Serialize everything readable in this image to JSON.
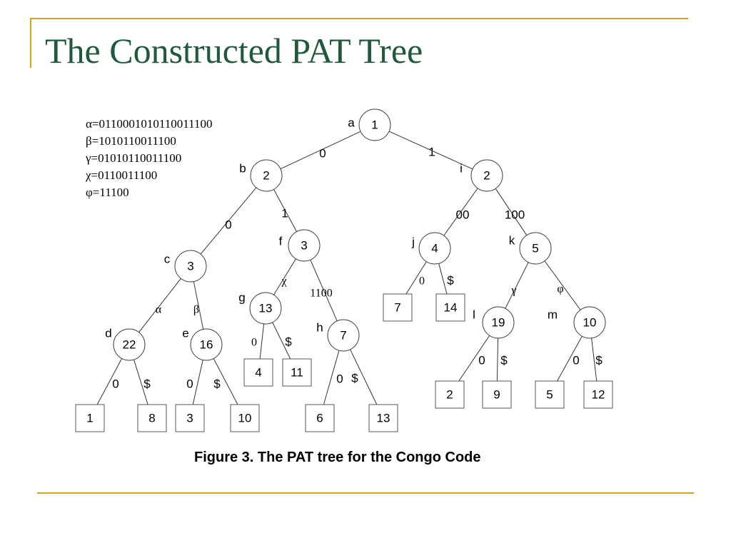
{
  "slide": {
    "title": "The Constructed PAT Tree",
    "caption": "Figure 3.  The PAT tree for the Congo Code"
  },
  "legend": [
    "α=0110001010110011100",
    "β=1010110011100",
    "γ=01010110011100",
    "χ=0110011100",
    "φ=11100"
  ],
  "tree": {
    "internal_nodes": [
      {
        "id": "a",
        "name": "a",
        "value": "1"
      },
      {
        "id": "b",
        "name": "b",
        "value": "2"
      },
      {
        "id": "i",
        "name": "i",
        "value": "2"
      },
      {
        "id": "c",
        "name": "c",
        "value": "3"
      },
      {
        "id": "f",
        "name": "f",
        "value": "3"
      },
      {
        "id": "j",
        "name": "j",
        "value": "4"
      },
      {
        "id": "k",
        "name": "k",
        "value": "5"
      },
      {
        "id": "d",
        "name": "d",
        "value": "22"
      },
      {
        "id": "e",
        "name": "e",
        "value": "16"
      },
      {
        "id": "g",
        "name": "g",
        "value": "13"
      },
      {
        "id": "h",
        "name": "h",
        "value": "7"
      },
      {
        "id": "l",
        "name": "l",
        "value": "19"
      },
      {
        "id": "m",
        "name": "m",
        "value": "10"
      }
    ],
    "leaves": [
      {
        "id": "leaf-d0",
        "value": "1"
      },
      {
        "id": "leaf-d1",
        "value": "8"
      },
      {
        "id": "leaf-e0",
        "value": "3"
      },
      {
        "id": "leaf-e1",
        "value": "10"
      },
      {
        "id": "leaf-g0",
        "value": "4"
      },
      {
        "id": "leaf-g1",
        "value": "11"
      },
      {
        "id": "leaf-h0",
        "value": "6"
      },
      {
        "id": "leaf-h1",
        "value": "13"
      },
      {
        "id": "leaf-j0",
        "value": "7"
      },
      {
        "id": "leaf-j1",
        "value": "14"
      },
      {
        "id": "leaf-l0",
        "value": "2"
      },
      {
        "id": "leaf-l1",
        "value": "9"
      },
      {
        "id": "leaf-m0",
        "value": "5"
      },
      {
        "id": "leaf-m1",
        "value": "12"
      }
    ],
    "edges": [
      {
        "from": "a",
        "to": "b",
        "label": "0"
      },
      {
        "from": "a",
        "to": "i",
        "label": "1"
      },
      {
        "from": "b",
        "to": "c",
        "label": "0"
      },
      {
        "from": "b",
        "to": "f",
        "label": "1"
      },
      {
        "from": "i",
        "to": "j",
        "label": "00"
      },
      {
        "from": "i",
        "to": "k",
        "label": "100"
      },
      {
        "from": "c",
        "to": "d",
        "label": "α"
      },
      {
        "from": "c",
        "to": "e",
        "label": "β"
      },
      {
        "from": "f",
        "to": "g",
        "label": "χ"
      },
      {
        "from": "f",
        "to": "h",
        "label": "1100"
      },
      {
        "from": "j",
        "to": "leaf-j0",
        "label": "0"
      },
      {
        "from": "j",
        "to": "leaf-j1",
        "label": "$"
      },
      {
        "from": "k",
        "to": "l",
        "label": "γ"
      },
      {
        "from": "k",
        "to": "m",
        "label": "φ"
      },
      {
        "from": "d",
        "to": "leaf-d0",
        "label": "0"
      },
      {
        "from": "d",
        "to": "leaf-d1",
        "label": "$"
      },
      {
        "from": "e",
        "to": "leaf-e0",
        "label": "0"
      },
      {
        "from": "e",
        "to": "leaf-e1",
        "label": "$"
      },
      {
        "from": "g",
        "to": "leaf-g0",
        "label": "0"
      },
      {
        "from": "g",
        "to": "leaf-g1",
        "label": "$"
      },
      {
        "from": "h",
        "to": "leaf-h0",
        "label": "0"
      },
      {
        "from": "h",
        "to": "leaf-h1",
        "label": "$"
      },
      {
        "from": "l",
        "to": "leaf-l0",
        "label": "0"
      },
      {
        "from": "l",
        "to": "leaf-l1",
        "label": "$"
      },
      {
        "from": "m",
        "to": "leaf-m0",
        "label": "0"
      },
      {
        "from": "m",
        "to": "leaf-m1",
        "label": "$"
      }
    ]
  }
}
